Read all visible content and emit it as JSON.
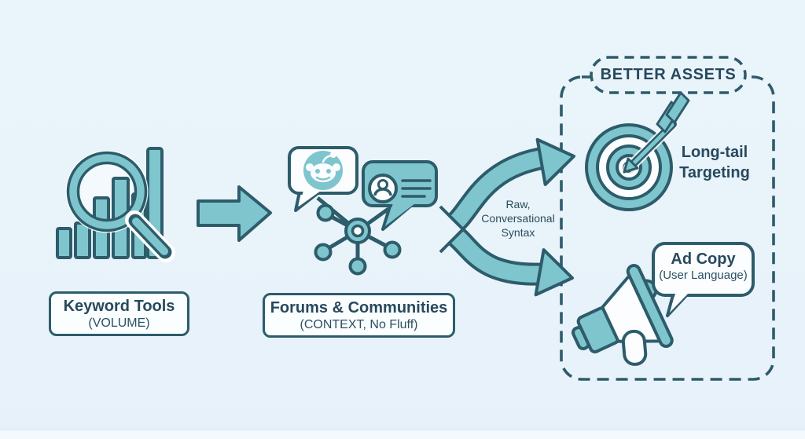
{
  "colors": {
    "background": "#e9f3fa",
    "teal": "#7fc5cd",
    "outline": "#2d5c6b",
    "text": "#27495c",
    "white": "#fbfdfe"
  },
  "flow": {
    "keyword_tools": {
      "title": "Keyword Tools",
      "subtitle": "(VOLUME)"
    },
    "forums": {
      "title": "Forums & Communities",
      "subtitle": "(CONTEXT, No Fluff)"
    },
    "branch_label": {
      "line1": "Raw,",
      "line2": "Conversational",
      "line3": "Syntax"
    }
  },
  "better_assets": {
    "title": "BETTER ASSETS",
    "long_tail": {
      "line1": "Long-tail",
      "line2": "Targeting"
    },
    "ad_copy": {
      "title": "Ad Copy",
      "subtitle": "(User Language)"
    }
  },
  "icons": {
    "keyword_tools": "magnifier-bar-chart-icon",
    "flow_arrow": "arrow-right-icon",
    "reddit_bubble": "reddit-speech-bubble-icon",
    "profile_bubble": "profile-card-speech-bubble-icon",
    "network": "community-network-icon",
    "branch": "split-curved-arrows-icon",
    "long_tail": "bullseye-dart-icon",
    "ad_copy": "megaphone-icon"
  }
}
